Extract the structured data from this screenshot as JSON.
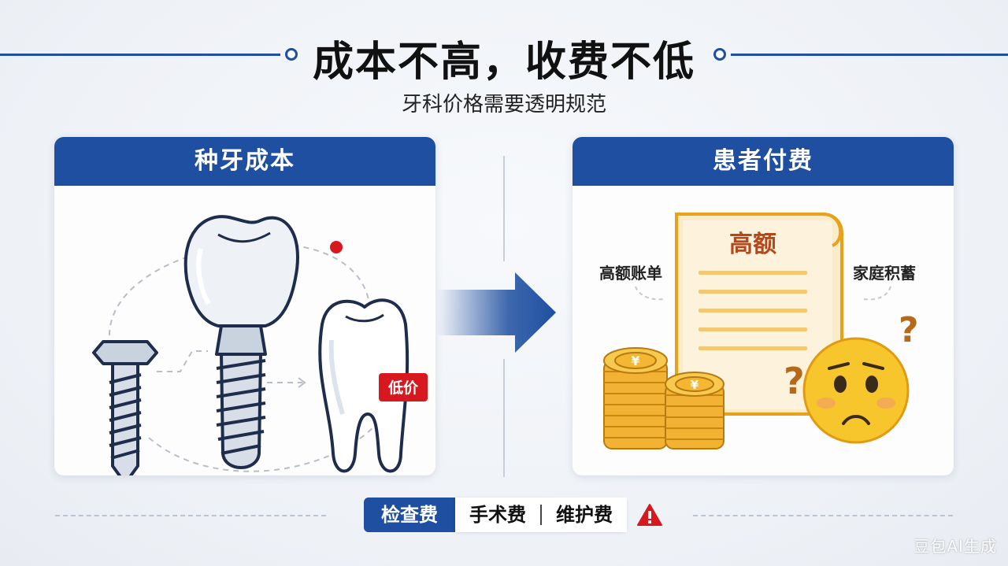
{
  "header": {
    "title": "成本不高，收费不低",
    "subtitle": "牙科价格需要透明规范"
  },
  "left_panel": {
    "title": "种牙成本",
    "badge": "低价"
  },
  "right_panel": {
    "title": "患者付费",
    "bill_heading": "高额",
    "label_left": "高额账单",
    "label_right": "家庭积蓄"
  },
  "fees": {
    "active": "检查费",
    "items": [
      "手术费",
      "维护费"
    ]
  },
  "watermark": "豆包AI生成",
  "colors": {
    "brand_blue": "#1e4fa0",
    "badge_red": "#d7191f",
    "gold": "#e8a21a"
  }
}
